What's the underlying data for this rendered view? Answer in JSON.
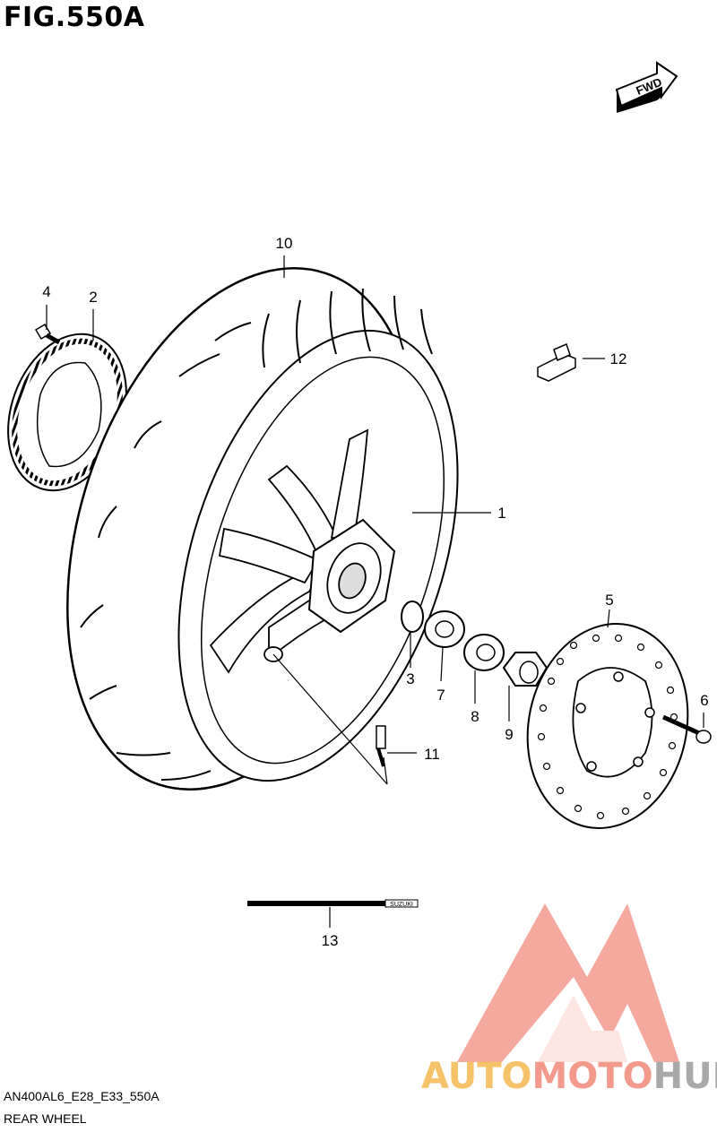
{
  "figure": {
    "title": "FIG.550A",
    "code": "AN400AL6_E28_E33_550A",
    "caption": "REAR WHEEL",
    "fwd_label": "FWD",
    "strip_label": "SUZUKI"
  },
  "callouts": [
    {
      "id": "1",
      "label": "1"
    },
    {
      "id": "2",
      "label": "2"
    },
    {
      "id": "3",
      "label": "3"
    },
    {
      "id": "4",
      "label": "4"
    },
    {
      "id": "5",
      "label": "5"
    },
    {
      "id": "6",
      "label": "6"
    },
    {
      "id": "7",
      "label": "7"
    },
    {
      "id": "8",
      "label": "8"
    },
    {
      "id": "9",
      "label": "9"
    },
    {
      "id": "10",
      "label": "10"
    },
    {
      "id": "11",
      "label": "11"
    },
    {
      "id": "12",
      "label": "12"
    },
    {
      "id": "13",
      "label": "13"
    }
  ],
  "watermark": {
    "part1": "AUTO",
    "part2": "MOTO",
    "part3": "HUB",
    "colors": {
      "auto": "#f6c26a",
      "moto": "#f49a8c",
      "hub": "#a9a9a9",
      "logo": "#f49a8c"
    }
  }
}
